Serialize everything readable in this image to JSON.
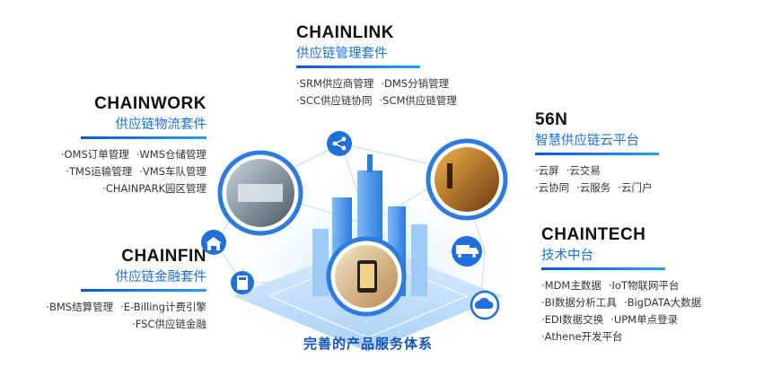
{
  "chainlink": {
    "title": "CHAINLINK",
    "subtitle": "供应链管理套件",
    "items": [
      [
        "·SRM供应商管理",
        "·DMS分销管理"
      ],
      [
        "·SCC供应链协同",
        "·SCM供应链管理"
      ]
    ]
  },
  "chainwork": {
    "title": "CHAINWORK",
    "subtitle": "供应链物流套件",
    "items": [
      [
        "·OMS订单管理",
        "·WMS仓储管理"
      ],
      [
        "·TMS运输管理",
        "·VMS车队管理"
      ],
      [
        "·CHAINPARK园区管理"
      ]
    ]
  },
  "n56": {
    "title": "56N",
    "subtitle": "智慧供应链云平台",
    "items": [
      [
        "·云屏",
        "·云交易"
      ],
      [
        "·云协同",
        "·云服务",
        "·云门户"
      ]
    ]
  },
  "chaintech": {
    "title": "CHAINTECH",
    "subtitle": "技术中台",
    "items": [
      [
        "·MDM主数据",
        "·IoT物联网平台"
      ],
      [
        "·BI数据分析工具",
        "·BigDATA大数据"
      ],
      [
        "·EDI数据交换",
        "·UPM单点登录"
      ],
      [
        "·Athene开发平台"
      ]
    ]
  },
  "chainfin": {
    "title": "CHAINFIN",
    "subtitle": "供应链金融套件",
    "items": [
      [
        "·BMS结算管理",
        "·E-Billing计费引擎"
      ],
      [
        "·FSC供应链金融"
      ]
    ]
  },
  "caption": "完善的产品服务体系",
  "icons": [
    "share-icon",
    "warehouse-icon",
    "truck-icon",
    "calculator-icon",
    "cloud-icon"
  ],
  "colors": {
    "accent": "#1a6fd8",
    "rule": "#0a58d6",
    "caption": "#1454b8"
  }
}
